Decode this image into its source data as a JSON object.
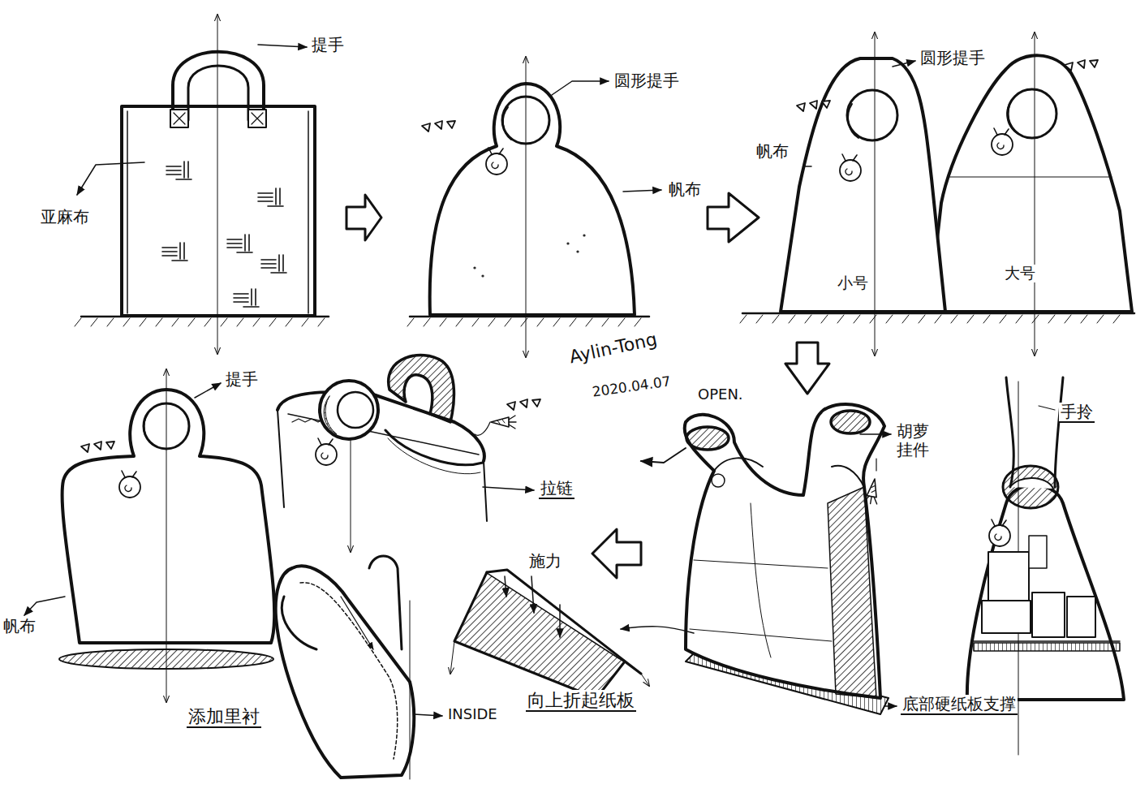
{
  "diagram": {
    "labels": [
      "提手",
      "亚麻布",
      "圆形提手",
      "帆布",
      "圆形提手",
      "帆布",
      "小号",
      "大号",
      "提手",
      "帆布",
      "Aylin-Tong",
      "2020.04.07",
      "拉链",
      "添加里衬",
      "INSIDE",
      "施力",
      "向上折起纸板",
      "OPEN.",
      "胡萝 挂件",
      "手拎",
      "底部硬纸板支撑"
    ]
  }
}
